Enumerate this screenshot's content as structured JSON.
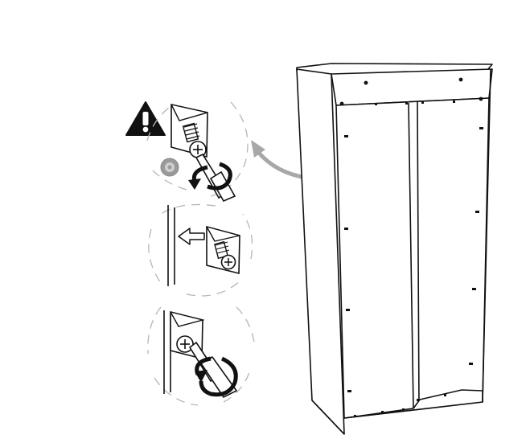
{
  "figure": {
    "kind": "assembly-instruction",
    "colors": {
      "line": "#111111",
      "background": "#ffffff",
      "dash_ring": "#b5b5b5",
      "callout_arrow": "#a8a8a8",
      "disc": "#9a9a9a",
      "warning_fill": "#111111"
    },
    "icons": [
      "warning-icon",
      "screwdriver-icon",
      "screw-icon",
      "corner-bracket-icon",
      "insert-arrow-icon",
      "rotate-arrow-icon",
      "disc-icon"
    ],
    "steps": [
      {
        "id": 1,
        "note_icon": "warning-icon",
        "action": "tighten"
      },
      {
        "id": 2,
        "action": "insert"
      },
      {
        "id": 3,
        "action": "tighten"
      }
    ],
    "cabinet": {
      "view": "back",
      "back_panels": 2
    }
  }
}
